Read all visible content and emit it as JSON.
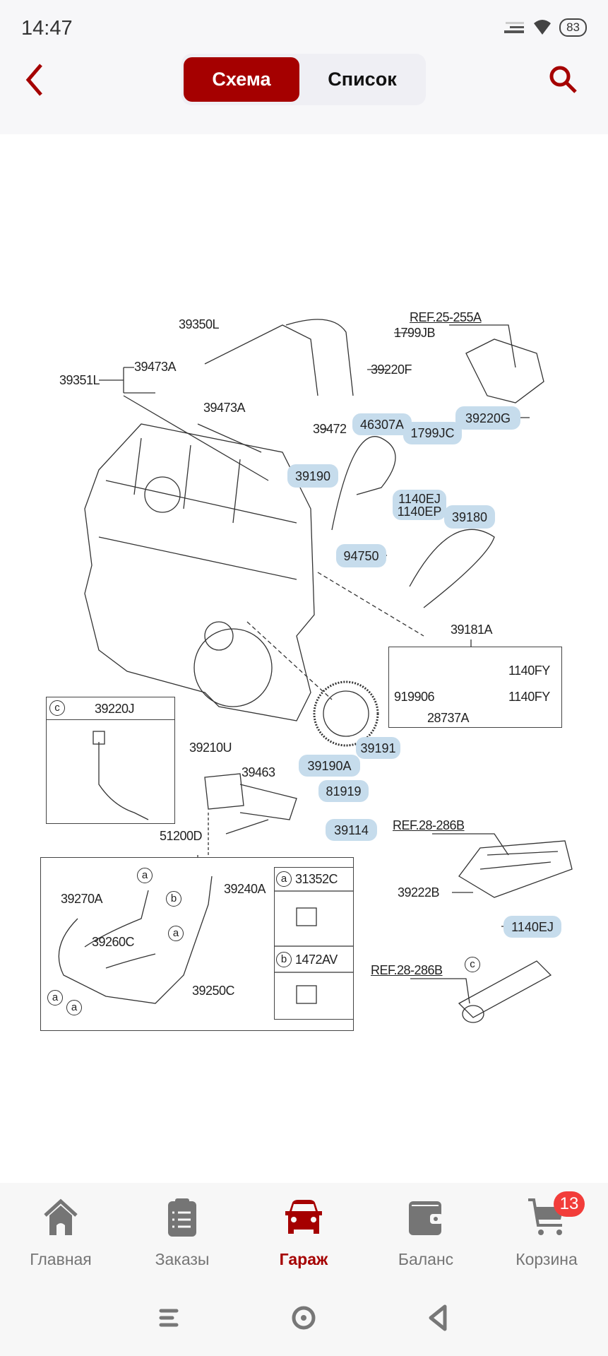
{
  "status_bar": {
    "time": "14:47",
    "battery": "83"
  },
  "header": {
    "tabs": [
      {
        "label": "Схема",
        "active": true
      },
      {
        "label": "Список",
        "active": false
      }
    ],
    "accent": "#a50000"
  },
  "diagram": {
    "labels": {
      "l39350L": "39350L",
      "l39473A_1": "39473A",
      "l39351L": "39351L",
      "l39473A_2": "39473A",
      "l39472": "39472",
      "l39220F": "39220F",
      "l1799JB": "1799JB",
      "ref25": "REF.25-255A",
      "l39181A": "39181A",
      "l1140FY_1": "1140FY",
      "l1140FY_2": "1140FY",
      "l919906": "919906",
      "l28737A": "28737A",
      "l39210U": "39210U",
      "l39463": "39463",
      "l39220J": "39220J",
      "l51200D": "51200D",
      "l39270A": "39270A",
      "l39240A": "39240A",
      "l39260C": "39260C",
      "l39250C": "39250C",
      "l31352C": "31352C",
      "l1472AV": "1472AV",
      "ref28_1": "REF.28-286B",
      "l39222B": "39222B",
      "ref28_2": "REF.28-286B"
    },
    "highlighted": {
      "h46307A": "46307A",
      "h1799JC": "1799JC",
      "h39220G": "39220G",
      "h39190": "39190",
      "h1140EJ_EP": "1140EJ\n1140EP",
      "h39180": "39180",
      "h94750": "94750",
      "h39191": "39191",
      "h39190A": "39190A",
      "h81919": "81919",
      "h39114": "39114",
      "h1140EJ": "1140EJ"
    },
    "markers": {
      "a": "a",
      "b": "b",
      "c": "c"
    },
    "highlight_color": "#c6dcec"
  },
  "bottom_nav": {
    "items": [
      {
        "label": "Главная",
        "icon": "home-icon"
      },
      {
        "label": "Заказы",
        "icon": "clipboard-list-icon"
      },
      {
        "label": "Гараж",
        "icon": "car-icon",
        "active": true
      },
      {
        "label": "Баланс",
        "icon": "wallet-icon"
      },
      {
        "label": "Корзина",
        "icon": "cart-icon"
      }
    ],
    "cart_badge": "13"
  }
}
